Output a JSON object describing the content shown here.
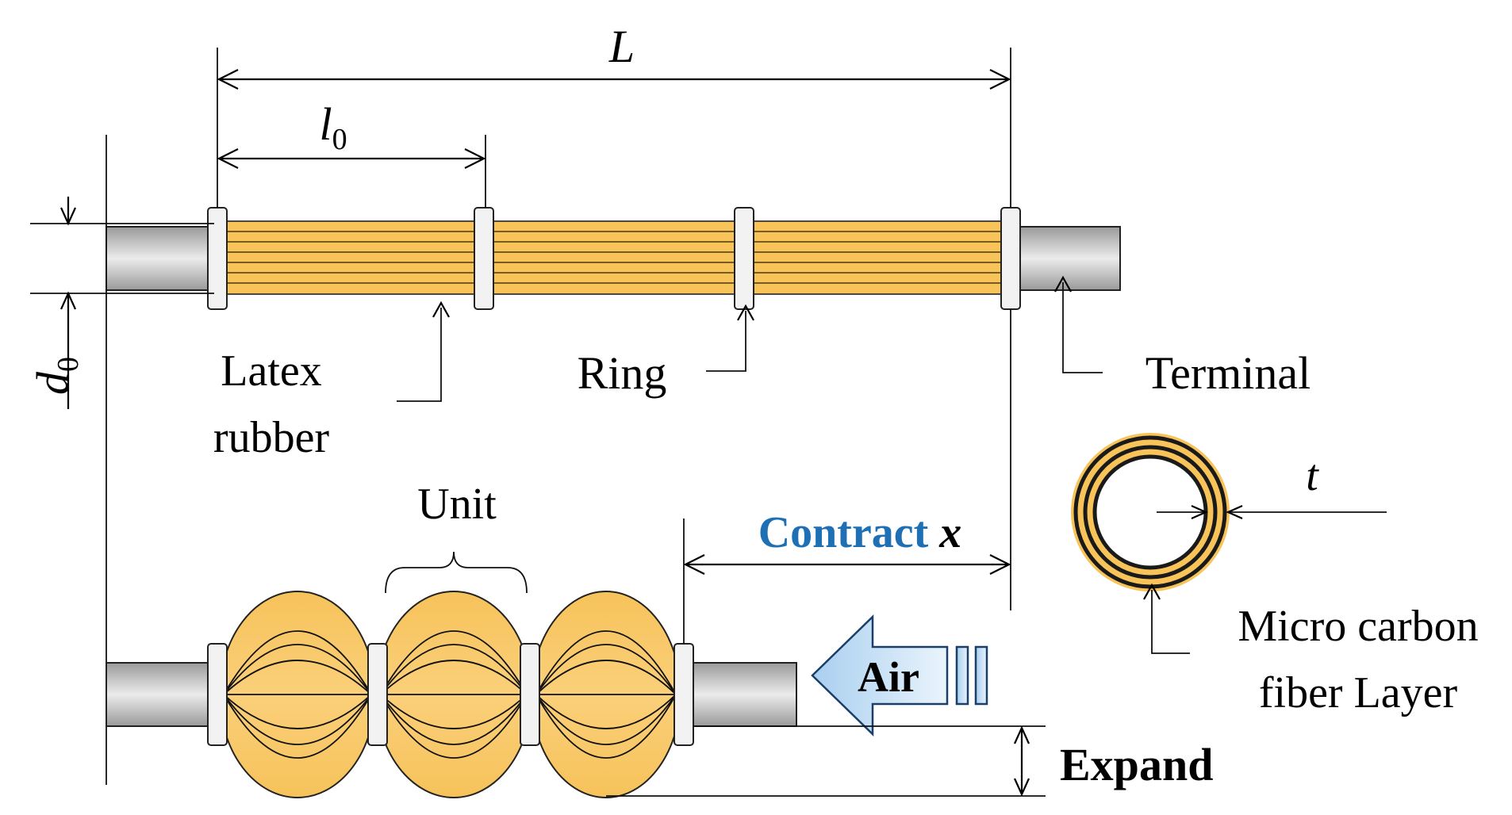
{
  "dimensions": {
    "total_length": "L",
    "unit_length_base": "l",
    "unit_length_sub": "0",
    "diameter_base": "d",
    "diameter_sub": "0",
    "thickness": "t"
  },
  "labels": {
    "latex_line1": "Latex",
    "latex_line2": "rubber",
    "ring": "Ring",
    "terminal": "Terminal",
    "unit": "Unit",
    "contract_word": "Contract",
    "contract_var": "x",
    "air": "Air",
    "expand": "Expand",
    "fiber_line1": "Micro carbon",
    "fiber_line2": "fiber Layer"
  },
  "colors": {
    "rubber": "#F8C45A",
    "terminal": "#B8B8B8",
    "ring": "#F2F2F2",
    "contract": "#1F6FB5",
    "air_text": "#1F5FA8",
    "air_arrow": "#CFE4F7",
    "expand": "#E51B1B"
  }
}
